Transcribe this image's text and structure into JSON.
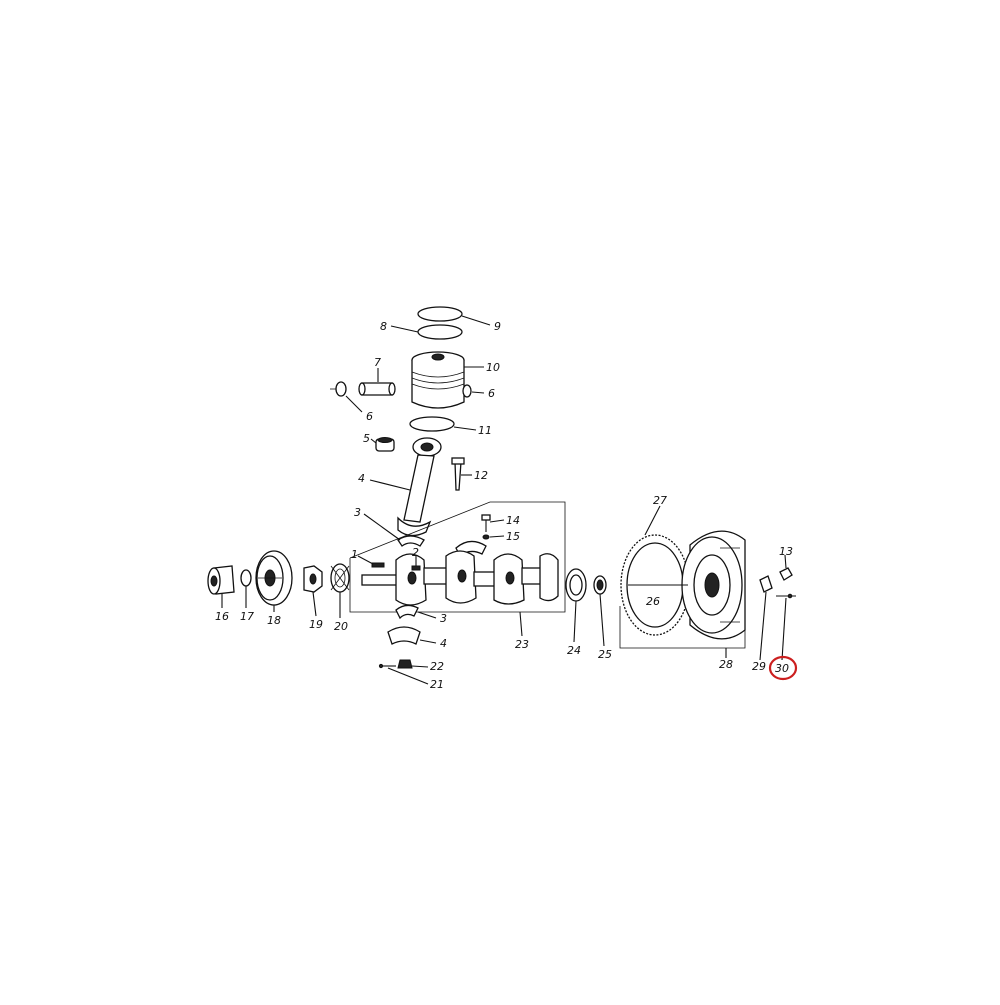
{
  "diagram": {
    "highlight_color": "#cc1f1f",
    "highlighted_label": "30",
    "labels": {
      "l1": "1",
      "l2": "2",
      "l3a": "3",
      "l3b": "3",
      "l4a": "4",
      "l4b": "4",
      "l5": "5",
      "l6a": "6",
      "l6b": "6",
      "l7": "7",
      "l8": "8",
      "l9": "9",
      "l10": "10",
      "l11": "11",
      "l12": "12",
      "l13": "13",
      "l14": "14",
      "l15": "15",
      "l16": "16",
      "l17": "17",
      "l18": "18",
      "l19": "19",
      "l20": "20",
      "l21": "21",
      "l22": "22",
      "l23": "23",
      "l24": "24",
      "l25": "25",
      "l26": "26",
      "l27": "27",
      "l28": "28",
      "l29": "29",
      "l30": "30"
    }
  }
}
